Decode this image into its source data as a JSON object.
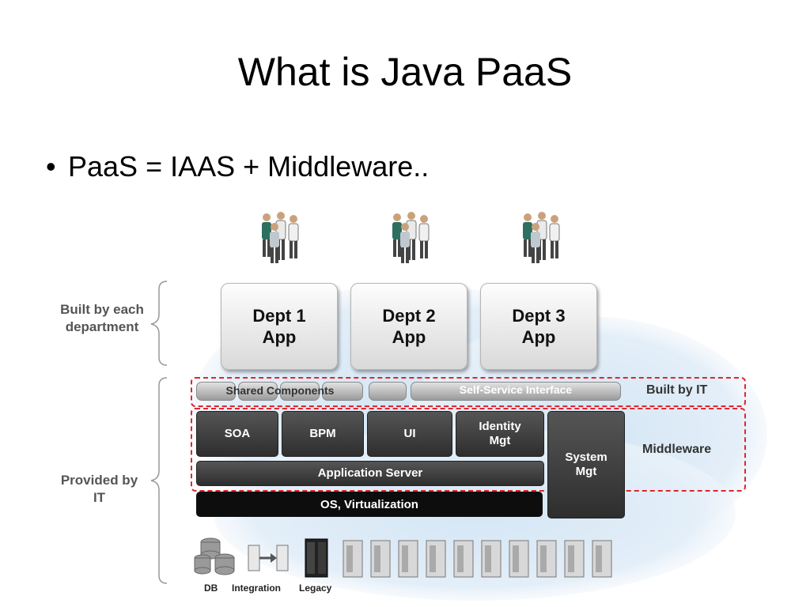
{
  "slide": {
    "title": "What is Java PaaS",
    "bullet": "PaaS = IAAS + Middleware.."
  },
  "diagram": {
    "left_labels": {
      "top": "Built by each department",
      "bottom": "Provided by IT"
    },
    "departments": [
      {
        "line1": "Dept 1",
        "line2": "App"
      },
      {
        "line1": "Dept 2",
        "line2": "App"
      },
      {
        "line1": "Dept 3",
        "line2": "App"
      }
    ],
    "built_by_it_row": {
      "shared_components": "Shared Components",
      "self_service": "Self-Service Interface",
      "label": "Built by IT"
    },
    "middleware_row": {
      "soa": "SOA",
      "bpm": "BPM",
      "ui": "UI",
      "identity_line1": "Identity",
      "identity_line2": "Mgt",
      "app_server": "Application Server",
      "label": "Middleware"
    },
    "system_mgt": {
      "line1": "System",
      "line2": "Mgt"
    },
    "os_layer": "OS, Virtualization",
    "hardware_labels": {
      "db": "DB",
      "integration": "Integration",
      "legacy": "Legacy"
    }
  },
  "colors": {
    "dashed_border": "#e0262e",
    "dark_block": "#3a3a3a",
    "cloud": "#cfe3f3"
  }
}
